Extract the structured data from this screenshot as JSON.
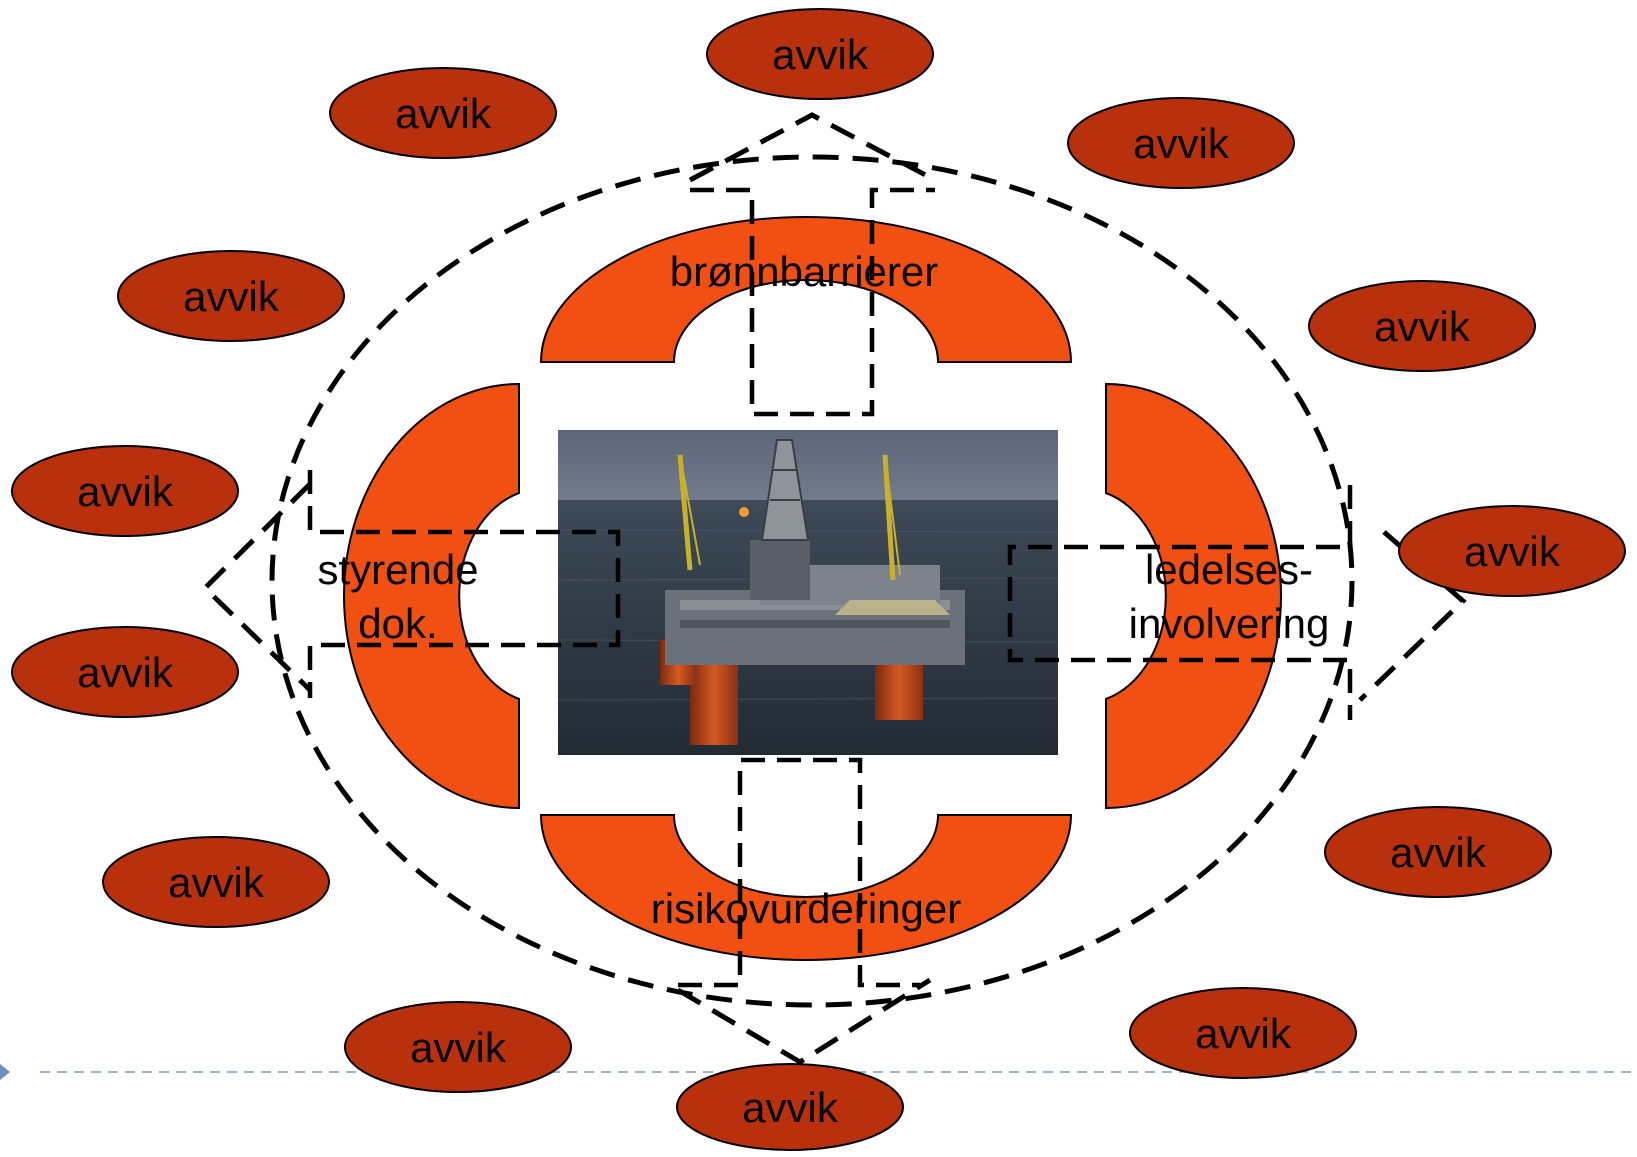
{
  "diagram": {
    "deviation_label": "avvik",
    "barriers": {
      "top": "brønnbarrierer",
      "left_line1": "styrende",
      "left_line2": "dok.",
      "right_line1": "ledelses-",
      "right_line2": "involvering",
      "bottom": "risikovurderinger"
    },
    "photo": "offshore-platform-photo",
    "colors": {
      "deviation_fill": "#b8300c",
      "barrier_fill": "#f15012",
      "outline": "#000000",
      "footer_line": "#9bb3d6"
    }
  }
}
